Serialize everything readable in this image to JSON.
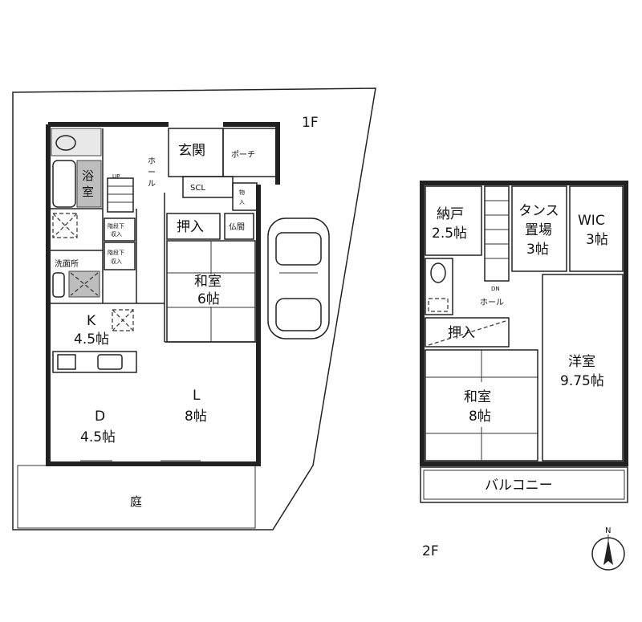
{
  "floor1": {
    "label": "1F",
    "rooms": {
      "genkan": "玄関",
      "porch": "ポーチ",
      "hall_char1": "ホ",
      "hall_char2": "ー",
      "hall_char3": "ル",
      "scl": "SCL",
      "monoire_1": "物",
      "monoire_2": "入",
      "oshiire": "押入",
      "butsuma": "仏間",
      "washitsu": "和室",
      "washitsu_size": "6帖",
      "yokushitsu_1": "浴",
      "yokushitsu_2": "室",
      "up_mark": "UP",
      "storage_a_1": "階段下",
      "storage_a_2": "収入",
      "storage_b_1": "階段下",
      "storage_b_2": "収入",
      "senmenjo": "洗面所",
      "kitchen": "K",
      "kitchen_size": "4.5帖",
      "dining": "D",
      "dining_size": "4.5帖",
      "living": "L",
      "living_size": "8帖",
      "garden": "庭"
    }
  },
  "floor2": {
    "label": "2F",
    "rooms": {
      "nando": "納戸",
      "nando_size": "2.5帖",
      "tansu_1": "タンス",
      "tansu_2": "置場",
      "tansu_size": "3帖",
      "wic": "WIC",
      "wic_size": "3帖",
      "dn_mark": "DN",
      "hall": "ホール",
      "oshiire": "押入",
      "yoshitsu": "洋室",
      "yoshitsu_size": "9.75帖",
      "washitsu": "和室",
      "washitsu_size": "8帖",
      "balcony": "バルコニー"
    }
  },
  "compass": {
    "north": "N"
  }
}
